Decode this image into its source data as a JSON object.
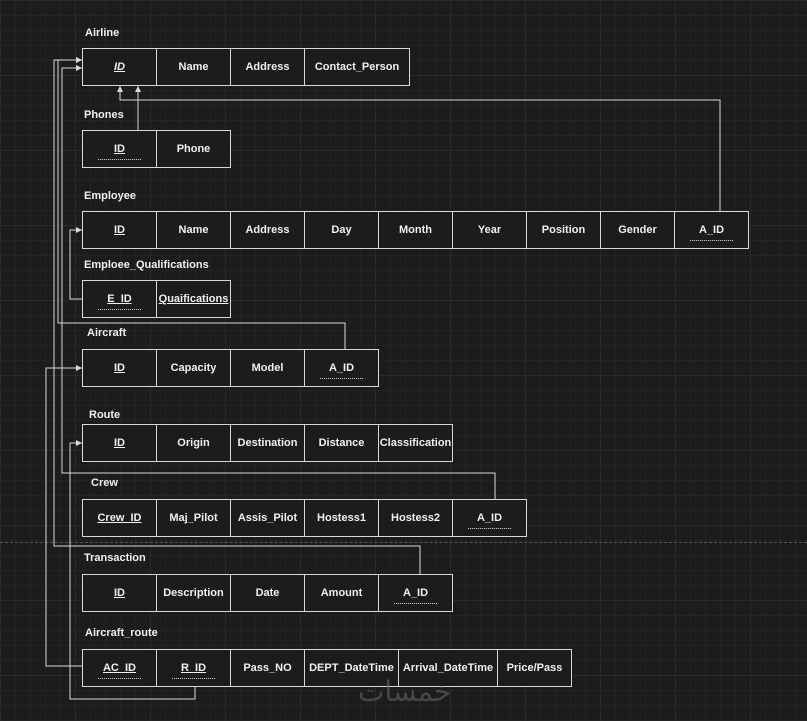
{
  "tables": [
    {
      "id": "airline",
      "title": "Airline",
      "columns": [
        {
          "label": "ID",
          "pk": true,
          "italic": true
        },
        {
          "label": "Name"
        },
        {
          "label": "Address"
        },
        {
          "label": "Contact_Person"
        }
      ]
    },
    {
      "id": "phones",
      "title": "Phones",
      "columns": [
        {
          "label": "ID",
          "pk": true,
          "fk": true
        },
        {
          "label": "Phone"
        }
      ]
    },
    {
      "id": "employee",
      "title": "Employee",
      "columns": [
        {
          "label": "ID",
          "pk": true
        },
        {
          "label": "Name"
        },
        {
          "label": "Address"
        },
        {
          "label": "Day"
        },
        {
          "label": "Month"
        },
        {
          "label": "Year"
        },
        {
          "label": "Position"
        },
        {
          "label": "Gender"
        },
        {
          "label": "A_ID",
          "fk": true
        }
      ]
    },
    {
      "id": "emp_qual",
      "title": "Emploee_Qualifications",
      "columns": [
        {
          "label": "E_ID",
          "pk": true,
          "fk": true
        },
        {
          "label": "Quaifications",
          "pk": true
        }
      ]
    },
    {
      "id": "aircraft",
      "title": "Aircraft",
      "columns": [
        {
          "label": "ID",
          "pk": true
        },
        {
          "label": "Capacity"
        },
        {
          "label": "Model"
        },
        {
          "label": "A_ID",
          "fk": true
        }
      ]
    },
    {
      "id": "route",
      "title": "Route",
      "columns": [
        {
          "label": "ID",
          "pk": true
        },
        {
          "label": "Origin"
        },
        {
          "label": "Destination"
        },
        {
          "label": "Distance"
        },
        {
          "label": "Classification"
        }
      ]
    },
    {
      "id": "crew",
      "title": "Crew",
      "columns": [
        {
          "label": "Crew_ID",
          "pk": true
        },
        {
          "label": "Maj_Pilot"
        },
        {
          "label": "Assis_Pilot"
        },
        {
          "label": "Hostess1"
        },
        {
          "label": "Hostess2"
        },
        {
          "label": "A_ID",
          "fk": true
        }
      ]
    },
    {
      "id": "transaction",
      "title": "Transaction",
      "columns": [
        {
          "label": "ID",
          "pk": true
        },
        {
          "label": "Description"
        },
        {
          "label": "Date"
        },
        {
          "label": "Amount"
        },
        {
          "label": "A_ID",
          "fk": true
        }
      ]
    },
    {
      "id": "aircraft_route",
      "title": "Aircraft_route",
      "columns": [
        {
          "label": "AC_ID",
          "pk": true,
          "fk": true
        },
        {
          "label": "R_ID",
          "pk": true,
          "fk": true
        },
        {
          "label": "Pass_NO"
        },
        {
          "label": "DEPT_DateTime"
        },
        {
          "label": "Arrival_DateTime"
        },
        {
          "label": "Price/Pass"
        }
      ]
    }
  ],
  "watermark": "خمسات",
  "colors": {
    "background": "#1c1c1c",
    "line": "#d8d8d8",
    "text": "#f0f0f0"
  }
}
